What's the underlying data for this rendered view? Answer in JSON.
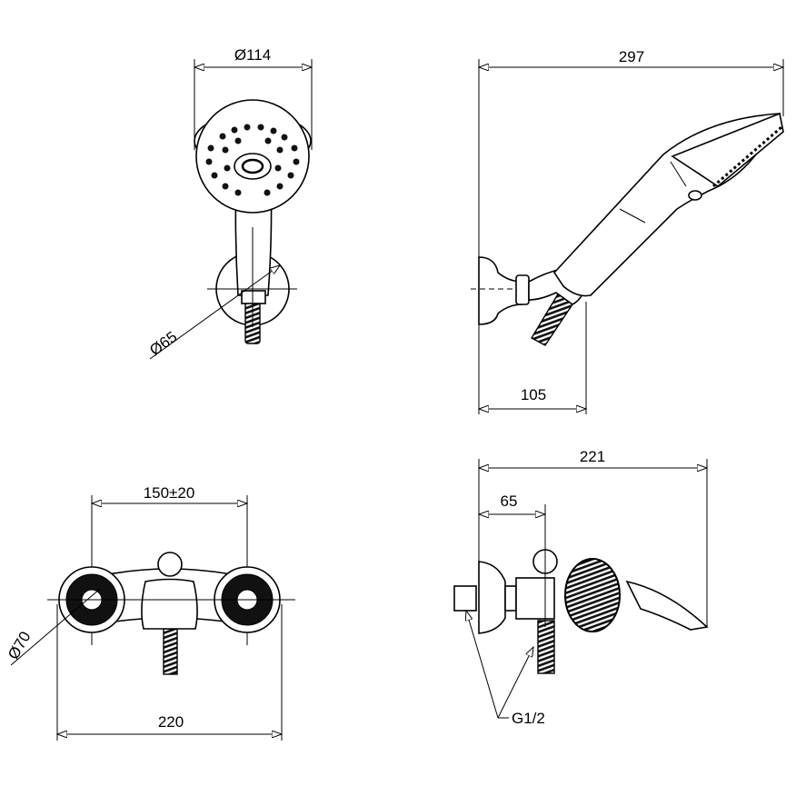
{
  "dimensions": {
    "head_diameter": "Ø114",
    "overall_length": "297",
    "plate_diameter": "Ø65",
    "bracket_projection": "105",
    "inlet_centers": "150±20",
    "escutcheon_diameter": "Ø70",
    "mixer_width": "220",
    "mixer_projection": "221",
    "body_offset": "65",
    "thread": "G1/2"
  }
}
